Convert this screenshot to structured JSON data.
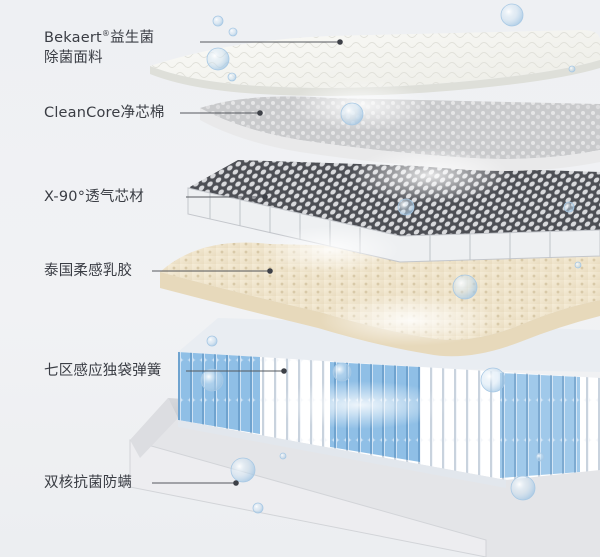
{
  "layers": [
    {
      "id": "fabric",
      "line1_pre": "Bekaert",
      "line1_mark": "®",
      "line1_post": "益生菌",
      "line2": "除菌面料"
    },
    {
      "id": "cleancore",
      "label": "CleanCore净芯棉"
    },
    {
      "id": "x90",
      "label": "X-90°透气芯材"
    },
    {
      "id": "latex",
      "label": "泰国柔感乳胶"
    },
    {
      "id": "springs",
      "label": "七区感应独袋弹簧"
    },
    {
      "id": "base",
      "label": "双核抗菌防螨"
    }
  ],
  "colors": {
    "label_text": "#3a3d44",
    "leader_line": "#55585e",
    "latex": "#efe4cc",
    "spring_blue": "#8fbfe6",
    "honeycomb": "#5f6167"
  }
}
